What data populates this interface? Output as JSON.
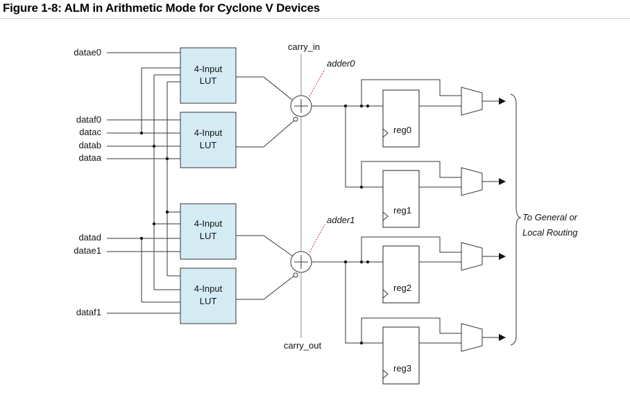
{
  "figure": {
    "title": "Figure 1-8: ALM in Arithmetic Mode for Cyclone V Devices"
  },
  "inputs": [
    "datae0",
    "dataf0",
    "datac",
    "datab",
    "dataa",
    "datad",
    "datae1",
    "dataf1"
  ],
  "luts": [
    {
      "line1": "4-Input",
      "line2": "LUT"
    },
    {
      "line1": "4-Input",
      "line2": "LUT"
    },
    {
      "line1": "4-Input",
      "line2": "LUT"
    },
    {
      "line1": "4-Input",
      "line2": "LUT"
    }
  ],
  "adders": [
    "adder0",
    "adder1"
  ],
  "carry": {
    "in": "carry_in",
    "out": "carry_out"
  },
  "registers": [
    "reg0",
    "reg1",
    "reg2",
    "reg3"
  ],
  "routing": {
    "line1": "To General or",
    "line2": "Local Routing"
  },
  "colors": {
    "lut_fill": "#d4ebf3",
    "adder_label_line": "#d62020"
  }
}
